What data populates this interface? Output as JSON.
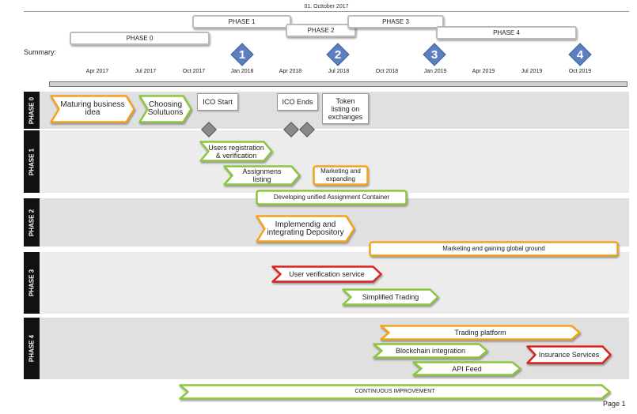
{
  "header": {
    "date_label": "01. Octtober 2017",
    "summary_label": "Summary:",
    "phases": [
      {
        "label": "PHASE 0"
      },
      {
        "label": "PHASE 1"
      },
      {
        "label": "PHASE 2"
      },
      {
        "label": "PHASE 3"
      },
      {
        "label": "PHASE 4"
      }
    ],
    "milestones": [
      "1",
      "2",
      "3",
      "4"
    ],
    "ticks": [
      "Apr 2017",
      "Jul 2017",
      "Oct 2017",
      "Jan 2018",
      "Apr 2018",
      "Jul 2018",
      "Oct 2018",
      "Jan 2019",
      "Apr 2019",
      "Jul 2019",
      "Oct 2019"
    ]
  },
  "rows": [
    "PHASE 0",
    "PHASE 1",
    "PHASE 2",
    "PHASE 3",
    "PHASE 4"
  ],
  "tasks": {
    "maturing": "Maturing business idea",
    "choosing": "Choosing Solutuons",
    "ico_start": "ICO Start",
    "ico_ends": "ICO Ends",
    "token": "Token listing on exchanges",
    "users_reg": "Users registration & verification",
    "assignmens": "Assignmens listing",
    "marketing_exp": "Marketing and expanding",
    "unified": "Developing unified Assignment Container",
    "depository": "Implemendig and integrating Depository",
    "marketing_global": "Marketing and gaining global ground",
    "user_verif": "User verification service",
    "simplified": "Simplified  Trading",
    "trading": "Trading platform",
    "blockchain": "Blockchain integration",
    "insurance": "Insurance Services",
    "api": "API Feed",
    "continuous": "CONTINUOUS IMPROVEMENT"
  },
  "footer": {
    "page": "Page 1"
  },
  "colors": {
    "orange": "#f5a21b",
    "green": "#8cc63f",
    "red": "#e02020",
    "milestone": "#5b80c0",
    "band": "#e0e0e0"
  }
}
